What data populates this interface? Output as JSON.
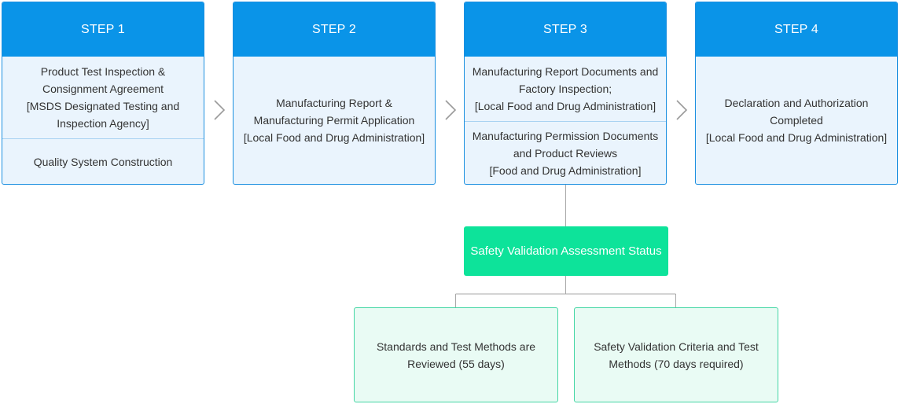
{
  "steps": [
    {
      "title": "STEP 1",
      "cells": [
        "Product Test Inspection &\nConsignment Agreement\n[MSDS Designated Testing and\nInspection Agency]",
        "Quality System Construction"
      ]
    },
    {
      "title": "STEP 2",
      "cells": [
        "Manufacturing Report &\nManufacturing Permit Application\n[Local Food and Drug Administration]"
      ]
    },
    {
      "title": "STEP 3",
      "cells": [
        "Manufacturing Report Documents and\nFactory Inspection;\n[Local Food and Drug Administration]",
        "Manufacturing Permission Documents\nand Product Reviews\n[Food and Drug Administration]"
      ]
    },
    {
      "title": "STEP 4",
      "cells": [
        "Declaration and Authorization\nCompleted\n[Local Food and Drug Administration]"
      ]
    }
  ],
  "assessment": {
    "label": "Safety Validation Assessment Status"
  },
  "outcomes": [
    "Standards and Test Methods are\nReviewed (55 days)",
    "Safety Validation Criteria and Test\nMethods (70 days required)"
  ],
  "colors": {
    "step_header": "#0a94e8",
    "step_body": "#eaf4fd",
    "assessment": "#0de39a",
    "outcome_body": "#e9fbf4",
    "connector": "#a8a8a8"
  }
}
